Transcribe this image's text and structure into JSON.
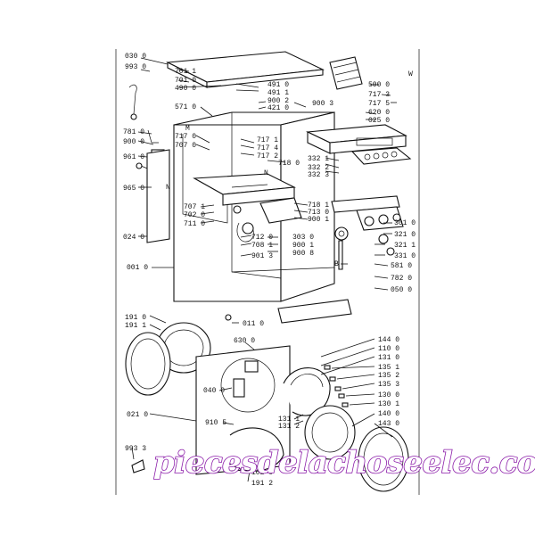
{
  "labels": [
    {
      "id": "l0300",
      "text": "030 0"
    },
    {
      "id": "l9930",
      "text": "993 0"
    },
    {
      "id": "l7011",
      "text": "701 1"
    },
    {
      "id": "l7010",
      "text": "701 0"
    },
    {
      "id": "l4900",
      "text": "490 0"
    },
    {
      "id": "l4910",
      "text": "491 0"
    },
    {
      "id": "l4911",
      "text": "491 1"
    },
    {
      "id": "l9002",
      "text": "900 2"
    },
    {
      "id": "l4210",
      "text": "421 0"
    },
    {
      "id": "l5710",
      "text": "571 0"
    },
    {
      "id": "l9003",
      "text": "900 3"
    },
    {
      "id": "l5000",
      "text": "500 0"
    },
    {
      "id": "lW1",
      "text": "W"
    },
    {
      "id": "l7173",
      "text": "717 3"
    },
    {
      "id": "l7175",
      "text": "717 5"
    },
    {
      "id": "l6200",
      "text": "620 0"
    },
    {
      "id": "l0250",
      "text": "025 0"
    },
    {
      "id": "l7810",
      "text": "781 0"
    },
    {
      "id": "l9000",
      "text": "900 0"
    },
    {
      "id": "l7170",
      "text": "717 0"
    },
    {
      "id": "l7070",
      "text": "707 0"
    },
    {
      "id": "lM1",
      "text": "M"
    },
    {
      "id": "l7171",
      "text": "717 1"
    },
    {
      "id": "l7174",
      "text": "717 4"
    },
    {
      "id": "l7172",
      "text": "717 2"
    },
    {
      "id": "l9610",
      "text": "961 0"
    },
    {
      "id": "l7180",
      "text": "718 0"
    },
    {
      "id": "lN1",
      "text": "N"
    },
    {
      "id": "l3321",
      "text": "332 1"
    },
    {
      "id": "l3322",
      "text": "332 2"
    },
    {
      "id": "l3323",
      "text": "332 3"
    },
    {
      "id": "l9650",
      "text": "965 0"
    },
    {
      "id": "lN2",
      "text": "N"
    },
    {
      "id": "l7071",
      "text": "707 1"
    },
    {
      "id": "l7020",
      "text": "702 0"
    },
    {
      "id": "l7110",
      "text": "711 0"
    },
    {
      "id": "l7181",
      "text": "718 1"
    },
    {
      "id": "l7130",
      "text": "713 0"
    },
    {
      "id": "l9001",
      "text": "900 1"
    },
    {
      "id": "l3010",
      "text": "301 0"
    },
    {
      "id": "l3210",
      "text": "321 0"
    },
    {
      "id": "l0240",
      "text": "024 0"
    },
    {
      "id": "l7120",
      "text": "712 0"
    },
    {
      "id": "l7081",
      "text": "708 1"
    },
    {
      "id": "l9013",
      "text": "901 3"
    },
    {
      "id": "l3030",
      "text": "303 0"
    },
    {
      "id": "l9011",
      "text": "900 1"
    },
    {
      "id": "l9008",
      "text": "900 8"
    },
    {
      "id": "l3211",
      "text": "321 1"
    },
    {
      "id": "l3310",
      "text": "331 0"
    },
    {
      "id": "lB1",
      "text": "B"
    },
    {
      "id": "l5810",
      "text": "581 0"
    },
    {
      "id": "l0010",
      "text": "001 0"
    },
    {
      "id": "l7820",
      "text": "782 0"
    },
    {
      "id": "l0500",
      "text": "050 0"
    },
    {
      "id": "l1910",
      "text": "191 0"
    },
    {
      "id": "l1911",
      "text": "191 1"
    },
    {
      "id": "l0110",
      "text": "011 0"
    },
    {
      "id": "l6300",
      "text": "630 0"
    },
    {
      "id": "l1440",
      "text": "144 0"
    },
    {
      "id": "l1100",
      "text": "110 0"
    },
    {
      "id": "l1310",
      "text": "131 0"
    },
    {
      "id": "l1351",
      "text": "135 1"
    },
    {
      "id": "l1352",
      "text": "135 2"
    },
    {
      "id": "l1353",
      "text": "135 3"
    },
    {
      "id": "l0400",
      "text": "040 0"
    },
    {
      "id": "l1300",
      "text": "130 0"
    },
    {
      "id": "l1301",
      "text": "130 1"
    },
    {
      "id": "l1311",
      "text": "131 1"
    },
    {
      "id": "l1312",
      "text": "131 2"
    },
    {
      "id": "l0210",
      "text": "021 0"
    },
    {
      "id": "l9105",
      "text": "910 5"
    },
    {
      "id": "l1400",
      "text": "140 0"
    },
    {
      "id": "l1430",
      "text": "143 0"
    },
    {
      "id": "l9933",
      "text": "993 3"
    },
    {
      "id": "l1020",
      "text": "102 0"
    },
    {
      "id": "l1912",
      "text": "191 2"
    }
  ],
  "watermark": "piecesdelachoseelec.com",
  "colors": {
    "ink": "#111111",
    "watermark_outline": "#8a1aa8",
    "background": "#ffffff"
  }
}
